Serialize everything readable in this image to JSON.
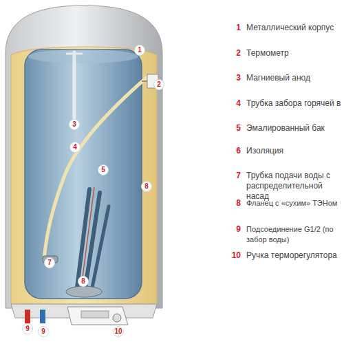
{
  "diagram": {
    "nodes": [
      {
        "text": [
          "1"
        ]
      },
      {
        "text": [
          "2"
        ]
      },
      {
        "text": [
          "3"
        ]
      },
      {
        "text": [
          "4"
        ]
      },
      {
        "text": [
          "5"
        ]
      },
      {
        "text": [
          "8"
        ]
      },
      {
        "text": [
          "7"
        ]
      },
      {
        "text": [
          "8"
        ]
      },
      {
        "text": [
          "9"
        ]
      },
      {
        "text": [
          "9"
        ]
      },
      {
        "text": [
          "10"
        ]
      }
    ],
    "labels": [
      "1",
      "Металлический корпус",
      "2",
      "Термометр",
      "3",
      "Магниевый анод",
      "4",
      "Трубка забора горячей в",
      "5",
      "Эмалированный бак",
      "6",
      "Изоляция",
      "7",
      "Трубка подачи воды с распределительной насад",
      "8",
      "Фланец с «сухим» ТЭНом",
      "9",
      "Подсоединение G1/2 (по забор воды)",
      "10",
      "Ручка терморегулятора"
    ]
  }
}
